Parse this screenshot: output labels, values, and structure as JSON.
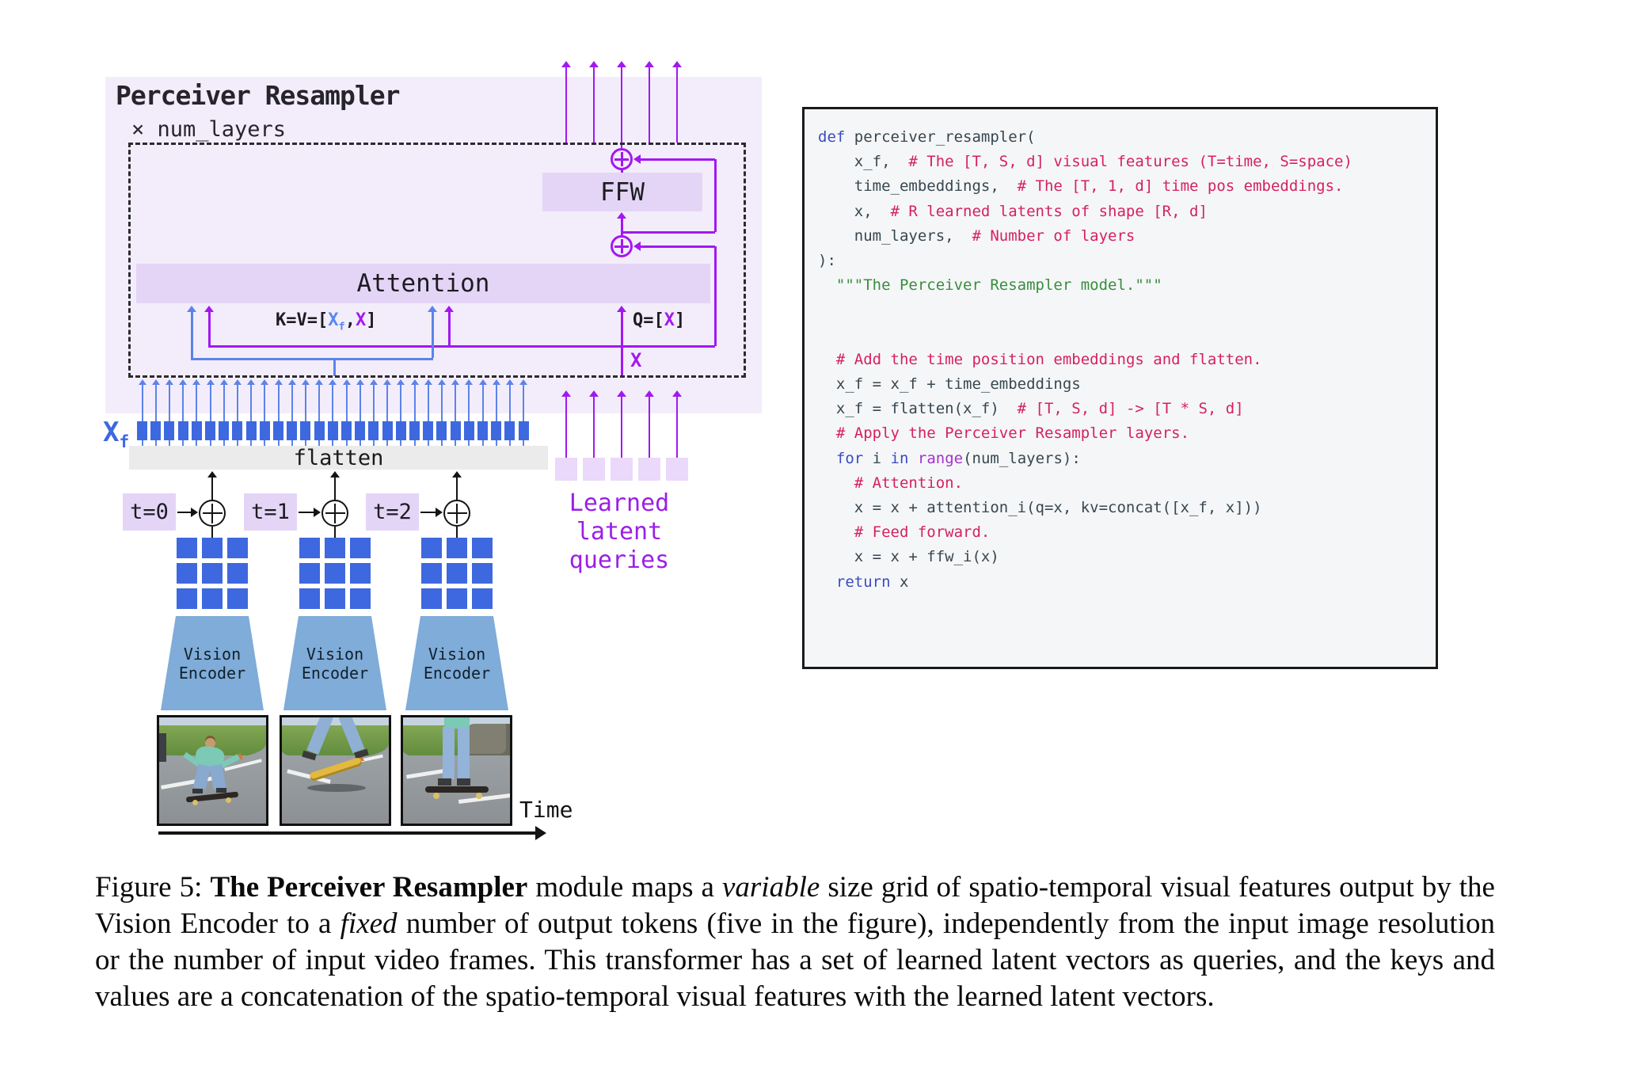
{
  "diagram": {
    "title": "Perceiver Resampler",
    "layers_multiplier": "× num_layers",
    "ffw_label": "FFW",
    "attention_label": "Attention",
    "kv_label": {
      "prefix": "K=V=[",
      "xf": "X",
      "xf_sub": "f",
      "sep": ",",
      "x": "X",
      "suffix": "]"
    },
    "q_label": {
      "prefix": "Q=[",
      "x": "X",
      "suffix": "]"
    },
    "x_input_label": "X",
    "xf_label": {
      "base": "X",
      "sub": "f"
    },
    "flatten_label": "flatten",
    "time_steps": [
      "t=0",
      "t=1",
      "t=2"
    ],
    "learned_latent_caption": [
      "Learned",
      "latent",
      "queries"
    ],
    "vision_encoder_label": {
      "line1": "Vision",
      "line2": "Encoder"
    },
    "time_axis_label": "Time",
    "counts": {
      "feature_tokens": 29,
      "latent_queries": 5,
      "output_tokens": 5,
      "video_frames": 3,
      "grid_rows": 3,
      "grid_cols": 3
    },
    "colors": {
      "purple": "#a318f0",
      "blue_strong": "#3e68df",
      "blue_light": "#5c83ea",
      "lavender_bg": "#f3edfb",
      "lavender_box": "#e4d5f7",
      "latent_square": "#ead9fa",
      "encoder_blue": "#7facd8",
      "black": "#141414"
    }
  },
  "code": {
    "lines": [
      [
        {
          "c": "kw",
          "t": "def"
        },
        {
          "c": "pl",
          "t": " perceiver_resampler("
        }
      ],
      [
        {
          "c": "pl",
          "t": "    x_f,  "
        },
        {
          "c": "cm",
          "t": "# The [T, S, d] visual features (T=time, S=space)"
        }
      ],
      [
        {
          "c": "pl",
          "t": "    time_embeddings,  "
        },
        {
          "c": "cm",
          "t": "# The [T, 1, d] time pos embeddings."
        }
      ],
      [
        {
          "c": "pl",
          "t": "    x,  "
        },
        {
          "c": "cm",
          "t": "# R learned latents of shape [R, d]"
        }
      ],
      [
        {
          "c": "pl",
          "t": "    num_layers,  "
        },
        {
          "c": "cm",
          "t": "# Number of layers"
        }
      ],
      [
        {
          "c": "pl",
          "t": "):"
        }
      ],
      [
        {
          "c": "st",
          "t": "  \"\"\"The Perceiver Resampler model.\"\"\""
        }
      ],
      [],
      [],
      [
        {
          "c": "pl",
          "t": "  "
        },
        {
          "c": "cm",
          "t": "# Add the time position embeddings and flatten."
        }
      ],
      [
        {
          "c": "pl",
          "t": "  x_f = x_f + time_embeddings"
        }
      ],
      [
        {
          "c": "pl",
          "t": "  x_f = flatten(x_f)  "
        },
        {
          "c": "cm",
          "t": "# [T, S, d] -> [T * S, d]"
        }
      ],
      [
        {
          "c": "pl",
          "t": "  "
        },
        {
          "c": "cm",
          "t": "# Apply the Perceiver Resampler layers."
        }
      ],
      [
        {
          "c": "pl",
          "t": "  "
        },
        {
          "c": "kw",
          "t": "for"
        },
        {
          "c": "pl",
          "t": " i "
        },
        {
          "c": "kw",
          "t": "in"
        },
        {
          "c": "pl",
          "t": " "
        },
        {
          "c": "bi",
          "t": "range"
        },
        {
          "c": "pl",
          "t": "(num_layers):"
        }
      ],
      [
        {
          "c": "pl",
          "t": "    "
        },
        {
          "c": "cm",
          "t": "# Attention."
        }
      ],
      [
        {
          "c": "pl",
          "t": "    x = x + attention_i(q=x, kv=concat([x_f, x]))"
        }
      ],
      [
        {
          "c": "pl",
          "t": "    "
        },
        {
          "c": "cm",
          "t": "# Feed forward."
        }
      ],
      [
        {
          "c": "pl",
          "t": "    x = x + ffw_i(x)"
        }
      ],
      [
        {
          "c": "pl",
          "t": "  "
        },
        {
          "c": "kw",
          "t": "return"
        },
        {
          "c": "pl",
          "t": " x"
        }
      ]
    ]
  },
  "caption": {
    "segments": [
      {
        "t": "Figure 5:  "
      },
      {
        "t": "The Perceiver Resampler",
        "b": true
      },
      {
        "t": " module maps a "
      },
      {
        "t": "variable",
        "i": true
      },
      {
        "t": " size grid of spatio-temporal visual features output by the Vision Encoder to a "
      },
      {
        "t": "fixed",
        "i": true
      },
      {
        "t": " number of output tokens (five in the figure), independently from the input image resolution or the number of input video frames. This transformer has a set of learned latent vectors as queries, and the keys and values are a concatenation of the spatio-temporal visual features with the learned latent vectors."
      }
    ]
  }
}
